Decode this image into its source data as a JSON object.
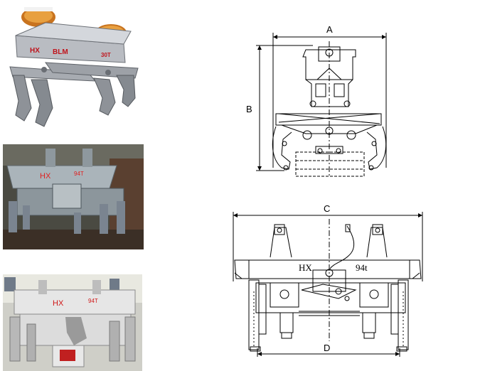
{
  "photos": {
    "top": {
      "brand": "HX",
      "model": "BLM",
      "capacity": "30T"
    },
    "middle": {
      "brand": "HX",
      "capacity": "94T"
    },
    "bottom": {
      "brand": "HX",
      "capacity": "94T"
    }
  },
  "side_view": {
    "dim_width": "A",
    "dim_height": "B"
  },
  "front_view": {
    "dim_overall": "C",
    "dim_leg_spacing": "D",
    "brand": "HX",
    "capacity": "94t"
  }
}
